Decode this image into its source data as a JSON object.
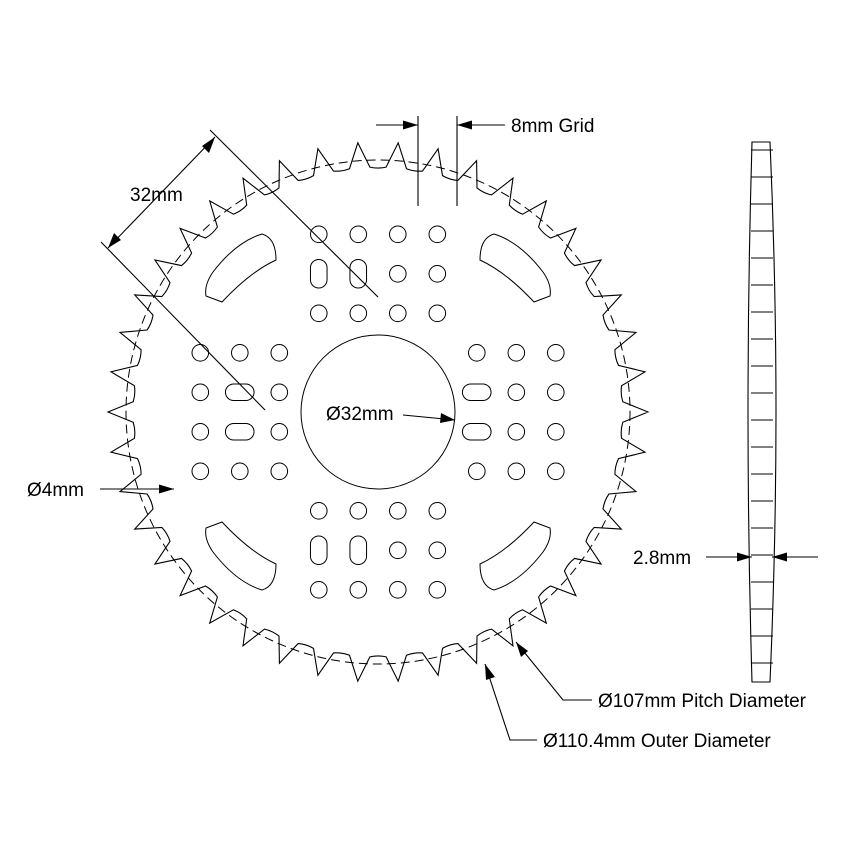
{
  "labels": {
    "grid": "8mm Grid",
    "offset": "32mm",
    "bore": "Ø32mm",
    "hole": "Ø4mm",
    "thickness": "2.8mm",
    "pitch": "Ø107mm Pitch Diameter",
    "outer": "Ø110.4mm Outer Diameter"
  },
  "sprocket": {
    "teeth": 42
  }
}
